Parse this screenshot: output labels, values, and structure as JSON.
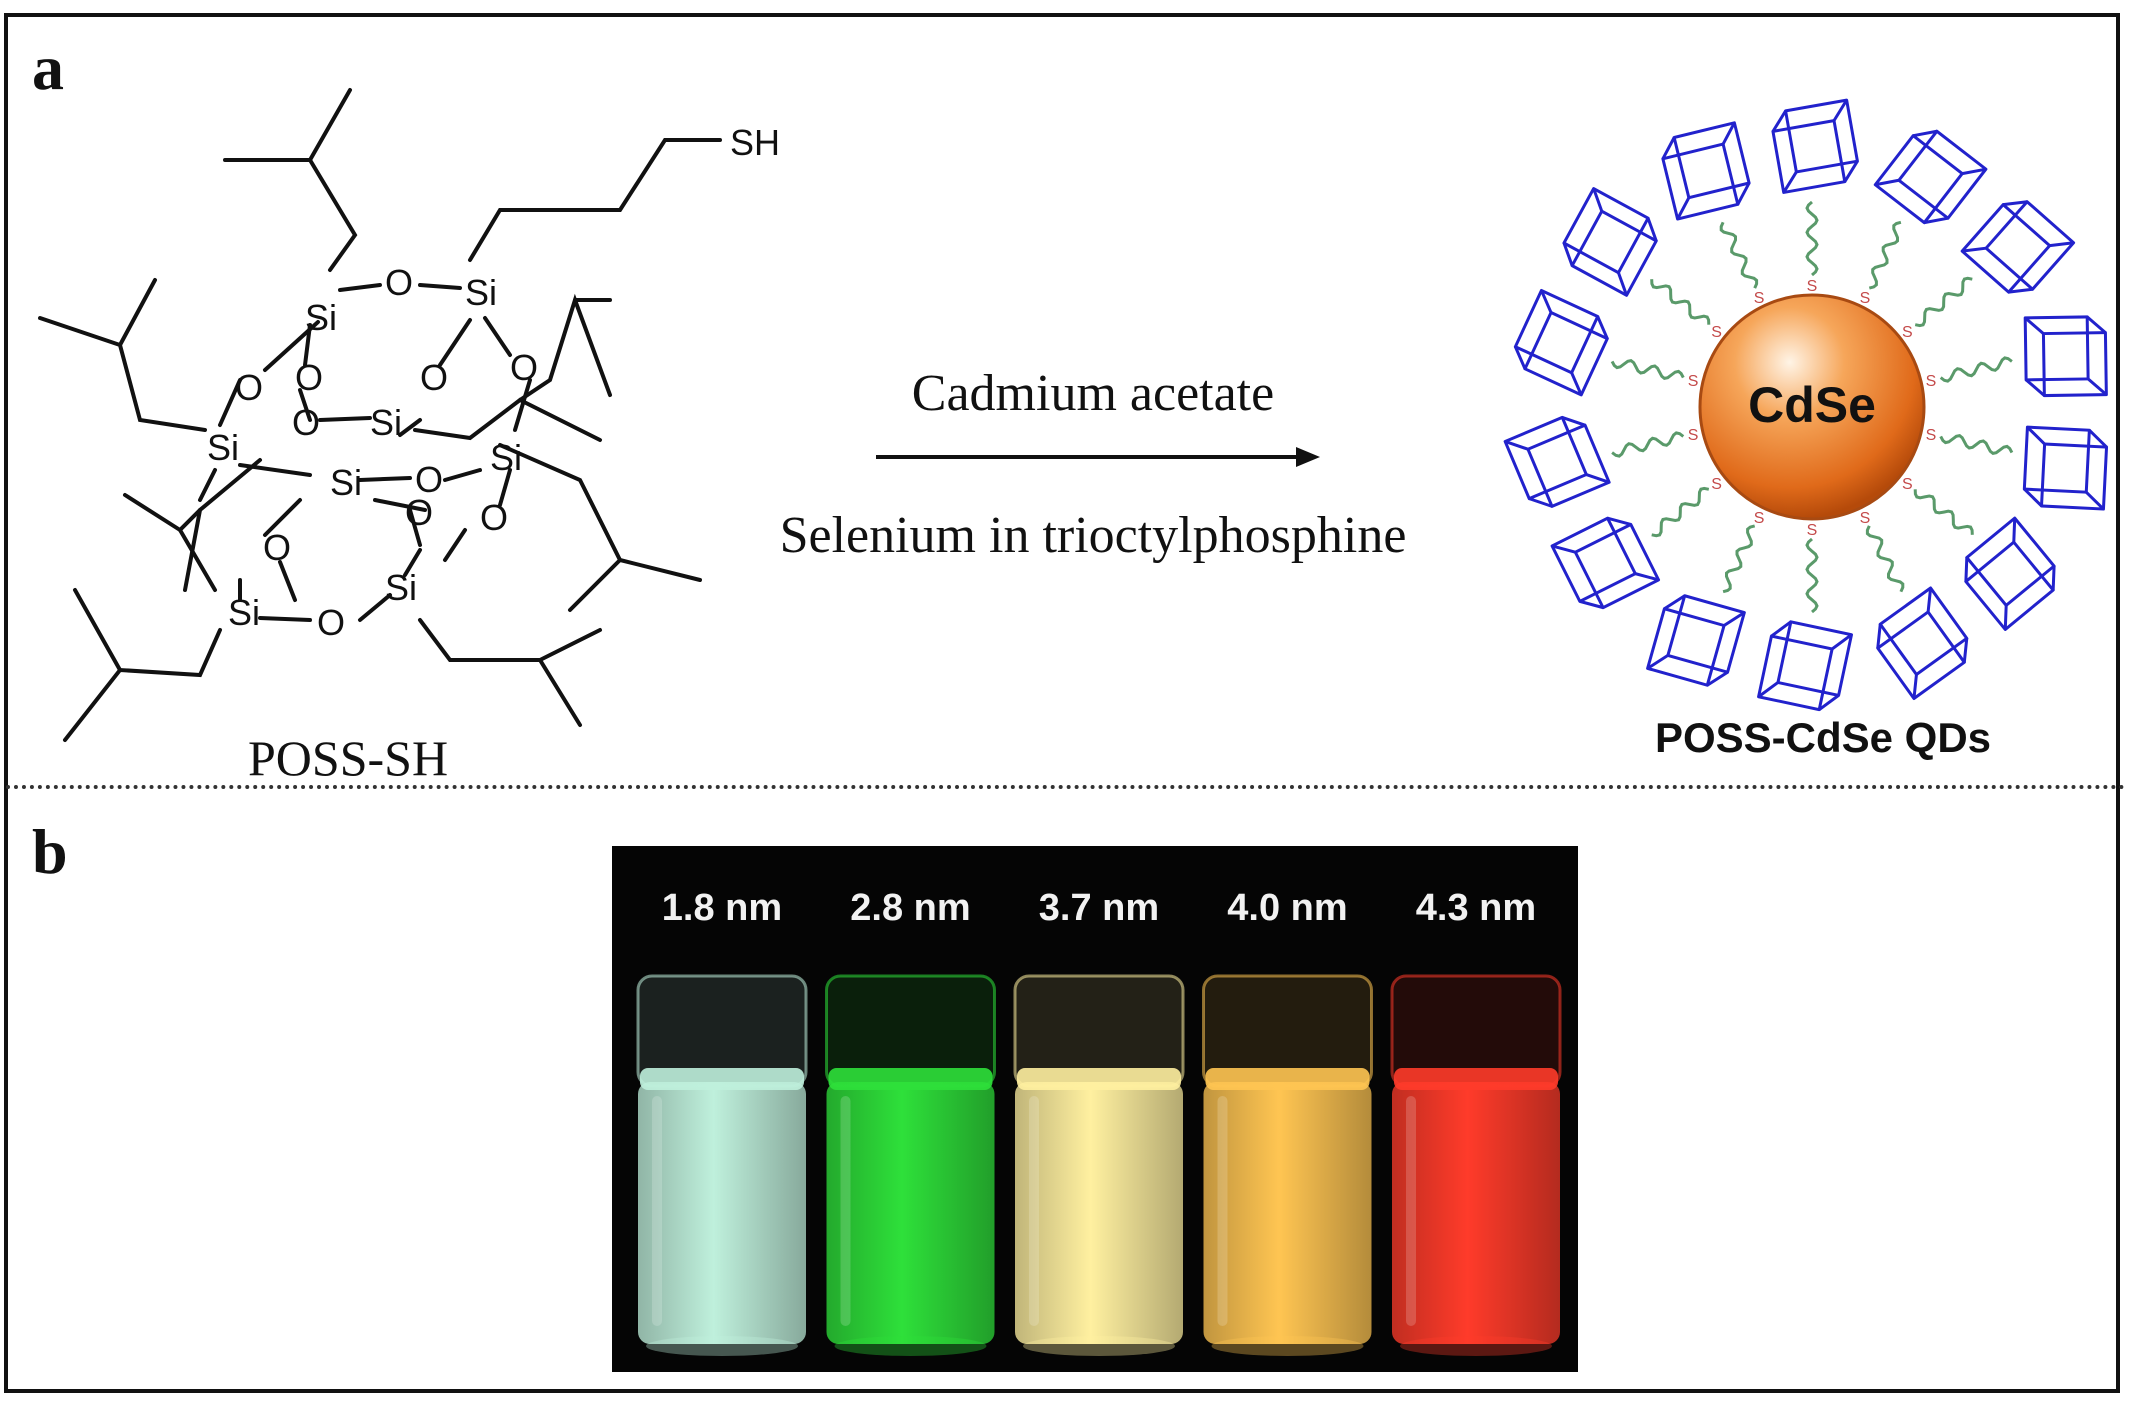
{
  "panel_a": {
    "label": "a",
    "reagent_top": "Cadmium acetate",
    "reagent_bottom": "Selenium in trioctylphosphine",
    "molecule_caption": "POSS-SH",
    "thiol_label": "SH",
    "si_atom": "Si",
    "o_atom": "O",
    "core_label": "CdSe",
    "product_caption": "POSS-CdSe QDs",
    "sulfur_atom": "S"
  },
  "panel_b": {
    "label": "b",
    "vials": [
      {
        "size": "1.8 nm",
        "color": "#bff0dc"
      },
      {
        "size": "2.8 nm",
        "color": "#2ee03a"
      },
      {
        "size": "3.7 nm",
        "color": "#fff0a0"
      },
      {
        "size": "4.0 nm",
        "color": "#ffc552"
      },
      {
        "size": "4.3 nm",
        "color": "#ff3b2a"
      }
    ]
  },
  "colors": {
    "cage": "#2222cc",
    "linker": "#5a9a6a",
    "sulfur": "#c44a4a",
    "core": "#f08a3a"
  }
}
